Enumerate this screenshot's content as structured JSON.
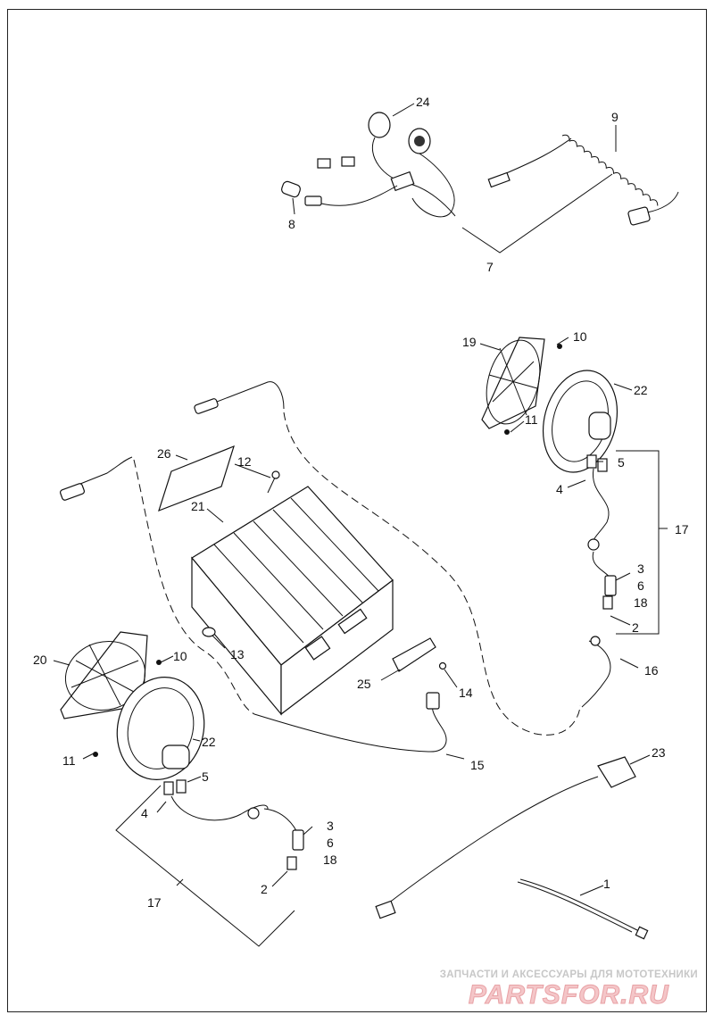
{
  "callouts": {
    "c1": "1",
    "c2a": "2",
    "c2b": "2",
    "c3a": "3",
    "c3b": "3",
    "c4a": "4",
    "c4b": "4",
    "c5a": "5",
    "c5b": "5",
    "c6a": "6",
    "c6b": "6",
    "c7": "7",
    "c8": "8",
    "c9": "9",
    "c10a": "10",
    "c10b": "10",
    "c11a": "11",
    "c11b": "11",
    "c12": "12",
    "c13": "13",
    "c14": "14",
    "c15": "15",
    "c16": "16",
    "c17a": "17",
    "c17b": "17",
    "c18a": "18",
    "c18b": "18",
    "c19": "19",
    "c20": "20",
    "c21": "21",
    "c22a": "22",
    "c22b": "22",
    "c23": "23",
    "c24": "24",
    "c25": "25",
    "c26": "26"
  },
  "watermark": {
    "tagline": "ЗАПЧАСТИ И АКСЕССУАРЫ ДЛЯ МОТОТЕХНИКИ",
    "logo": "PARTSFOR.RU"
  },
  "colors": {
    "line": "#111111",
    "frame": "#222222",
    "watermark_text": "#c7c7c7",
    "watermark_logo": "#f4c6c8"
  }
}
